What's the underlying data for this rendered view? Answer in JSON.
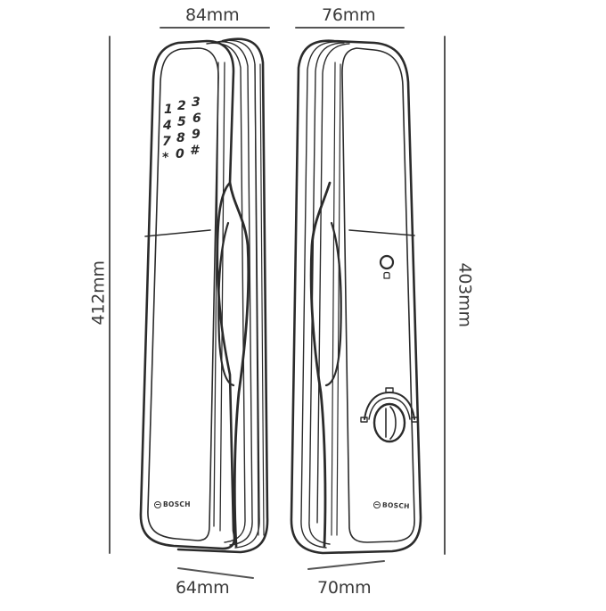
{
  "diagram": {
    "subject": "Smart door lock, front and back views with dimensions",
    "views": [
      {
        "id": "front",
        "label": "Front (keypad) side",
        "keypad": {
          "rows": [
            [
              "1",
              "2",
              "3"
            ],
            [
              "4",
              "5",
              "6"
            ],
            [
              "7",
              "8",
              "9"
            ],
            [
              "*",
              "0",
              "#"
            ]
          ]
        },
        "brand": "BOSCH"
      },
      {
        "id": "back",
        "label": "Back (inside) side",
        "elements": [
          "button",
          "lock-indicator",
          "thumb-turn knob"
        ],
        "brand": "BOSCH"
      }
    ],
    "dimensions": {
      "front_width_top": "84mm",
      "back_width_top": "76mm",
      "front_height": "412mm",
      "back_height": "403mm",
      "front_depth_bottom": "64mm",
      "back_depth_bottom": "70mm"
    },
    "colors": {
      "line": "#2b2b2b",
      "dimension_line": "#555555",
      "text": "#3a3a3a",
      "background": "#ffffff"
    }
  }
}
